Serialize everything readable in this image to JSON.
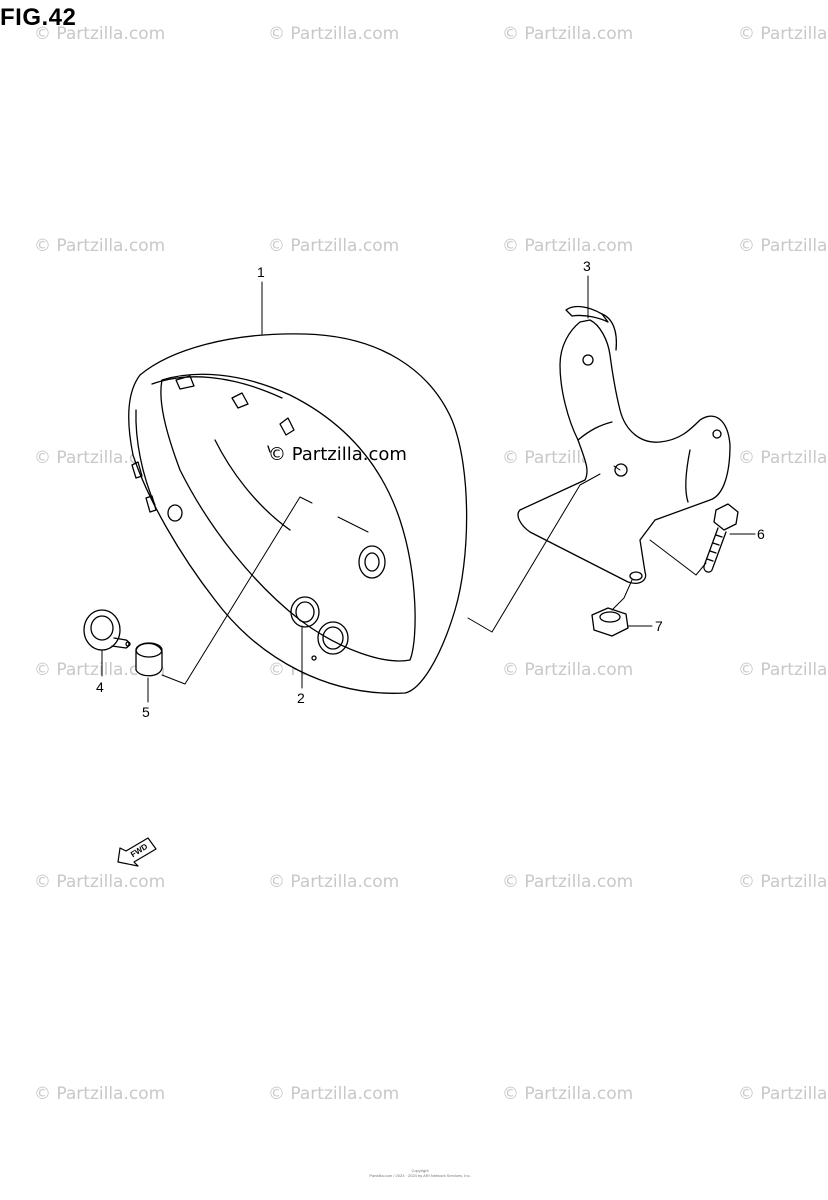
{
  "title": "FIG.42",
  "watermark": {
    "text": "© Partzilla.com",
    "center_text": "© Partzilla.com"
  },
  "callouts": [
    "1",
    "2",
    "3",
    "4",
    "5",
    "6",
    "7"
  ],
  "fwd_label": "FWD",
  "copyright": {
    "line1": "Copyright",
    "line2": "Partzilla.com / 2024 · 2024 by ARI Network Services, Inc."
  }
}
